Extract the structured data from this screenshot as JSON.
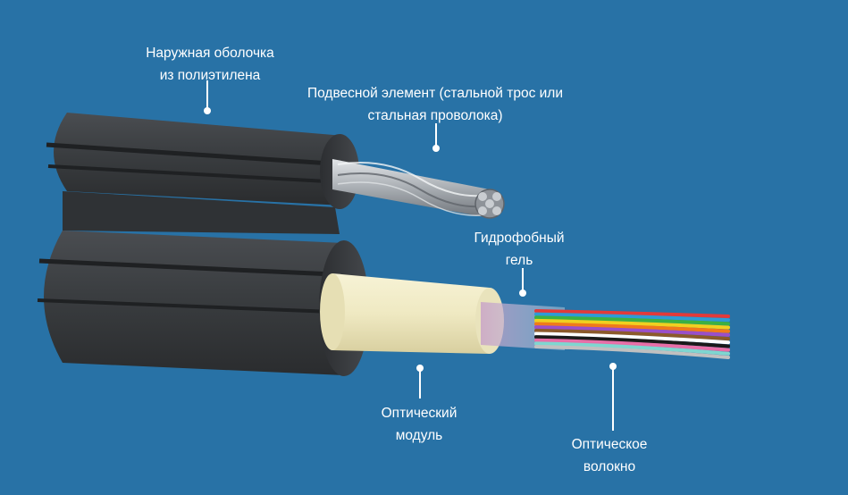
{
  "labels": {
    "outer_sheath": {
      "line1": "Наружная оболочка",
      "line2": "из полиэтилена"
    },
    "messenger": {
      "line1": "Подвесной элемент (стальной трос или",
      "line2": "стальная проволока)"
    },
    "gel": {
      "line1": "Гидрофобный",
      "line2": "гель"
    },
    "module": {
      "line1": "Оптический",
      "line2": "модуль"
    },
    "fiber": {
      "line1": "Оптическое",
      "line2": "волокно"
    }
  },
  "colors": {
    "background": "#2872a6",
    "sheath": "#3a3d40",
    "sheath_stripe": "#1f2123",
    "steel": "#b9bec3",
    "module": "#f2edc8",
    "label_text": "#ffffff",
    "callout": "#ffffff"
  },
  "fiber_colors": [
    "#e23a3a",
    "#2e9bd6",
    "#3cb043",
    "#f0d020",
    "#f07a1a",
    "#9a4fc9",
    "#8b5a2b",
    "#ffffff",
    "#1a1a1a",
    "#e86fa8",
    "#7fd6d0",
    "#c0c0c0"
  ]
}
